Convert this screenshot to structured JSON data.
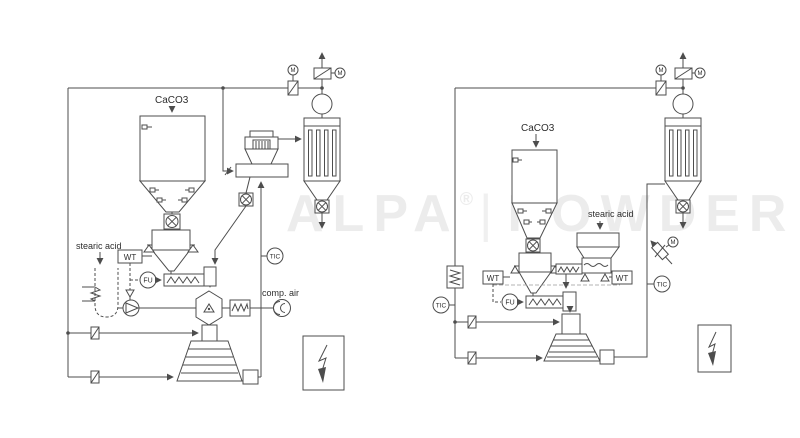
{
  "watermark": {
    "brand": "ALPA",
    "registered": "®",
    "divider": "|",
    "suffix": "POWDER"
  },
  "labels": {
    "caco3": "CaCO3",
    "stearic_acid": "stearic acid",
    "comp_air": "comp. air",
    "wt": "WT",
    "fu": "FU",
    "tic": "TIC",
    "m": "M"
  },
  "colors": {
    "line": "#4d4d4d",
    "text": "#2e2e2e",
    "watermark": "#ececec",
    "background": "#ffffff"
  }
}
